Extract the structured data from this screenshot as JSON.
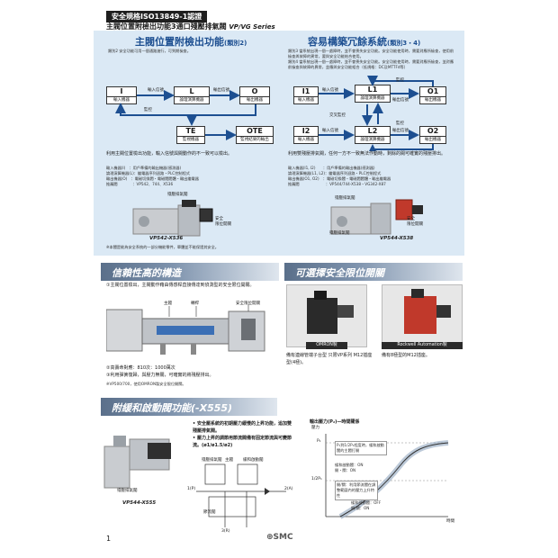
{
  "header": {
    "tag": "安全規格ISO13849-1認證",
    "subtitle": "主閥位置附檢出功能3通口殘壓排氣閥",
    "subtitle_series": "VP/VG Series"
  },
  "left_panel": {
    "title": "主閥位置附檢出功能",
    "title_note": "(類別2)",
    "desc": "類別2  安全功能可用一個通路進行，可到期檢查。",
    "boxes": {
      "I": {
        "big": "I",
        "lbl": "輸入機器"
      },
      "L": {
        "big": "L",
        "lbl": "論理演算機器"
      },
      "O": {
        "big": "O",
        "lbl": "輸出機器"
      },
      "TE": {
        "big": "TE",
        "lbl": "監視機器"
      },
      "OTE": {
        "big": "OTE",
        "lbl": "監視結果的輸出"
      }
    },
    "arrows": {
      "in_signal": "輸入信號",
      "out_signal": "輸出信號",
      "monitor": "監控"
    },
    "body": "利用主閥位置檢出功能，輸入信號與閥動作的不一致可以檢出。",
    "specs": [
      "輸入機器(I)　：用戶準備的輸出機器(感測器)",
      "論理演算機器(L)：繼電器序列迴路・PLC控制程式",
      "輸出機器(O)　：電磁切換閥・電磁閥閥體・輸出繼電器",
      "推薦閥　　　　：VP542、744、X536"
    ],
    "photo_labels": {
      "exhaust": "殘壓排氣閥",
      "switch": "安全\n限位開關"
    },
    "model": "VP542-X536",
    "note": "※本閥是能為安全系統的一部分機能零件，單體並不能保證其安全。"
  },
  "right_panel": {
    "title": "容易構築冗餘系統",
    "title_note": "(類別3・4)",
    "desc1": "類別3  當系統出現一個一處障時，並不會喪失安全功能。安全功能使用時，需要對應所檢查，使用前檢查與故障的異常，要與安全功能結合使用。",
    "desc2": "類別4  當系統出現一個一處障時，並不會喪失安全功能。安全功能使用時，需要對應所檢查，並對應前檢查與故障的異常，並應與安全功能組合（低規格：DC及MTTFd等）",
    "boxes": {
      "I1": {
        "big": "I1",
        "lbl": "輸入機器"
      },
      "L1": {
        "big": "L1",
        "lbl": "論理演算機器"
      },
      "O1": {
        "big": "O1",
        "lbl": "輸出機器"
      },
      "I2": {
        "big": "I2",
        "lbl": "輸入機器"
      },
      "L2": {
        "big": "L2",
        "lbl": "論理演算機器"
      },
      "O2": {
        "big": "O2",
        "lbl": "輸出機器"
      }
    },
    "arrows": {
      "in_signal": "輸入信號",
      "out_signal": "輸出信號",
      "monitor": "監控",
      "cross": "交叉監控"
    },
    "body": "利用雙殘壓排氣閥，任何一方不一致無法作動時，剩餘的閥可確實的殘壓排出。",
    "specs": [
      "輸入機器(I1, I2)　　：用戶準備的輸出機器(感測器)",
      "論理演算機器(L1, L2)：繼電器序列迴路・PLC控制程式",
      "輸出機器(O1, O2)　：電磁切換閥・電磁閥閥體・輸出繼電器",
      "推薦閥　　　　　　　：VP544/744-X538・VG342-X87"
    ],
    "photo_labels": {
      "exhaust": "殘壓排氣閥",
      "exhaust2": "殘壓排氣閥",
      "switch": "安全\n限位開關"
    },
    "model": "VP544-X538"
  },
  "reliability": {
    "band_title": "信賴性高的構造",
    "point1": "①主閥位置檢出，主閥動作藉由傳感桿直接傳達到偵測型的安全限位開關。",
    "labels": {
      "main_valve": "主閥",
      "rod": "轉桿",
      "switch": "安全限位開關"
    },
    "point2": "②高壽命對應：810次：1000萬次",
    "point3": "③利用彈簧復歸，與壓力無關，可確實的將殘壓排出。",
    "note": "※VP500/700，使用OMRON製安全限位開關。"
  },
  "switch_section": {
    "band_title": "可選擇安全限位開關",
    "omron": "OMRON製",
    "rockwell": "Rockwell Automation製",
    "omron_desc": "備有連線管端子台型 只限VP系列 M12插座型(4極)。",
    "rockwell_desc": "備有8極型的M12插座。"
  },
  "soft_start": {
    "band_title": "附緩和啟動閥功能(-X555)",
    "bullet1": "安全壓系統的初期壓力緩慢的上昇功能，追加雙殘壓排氣閥。",
    "bullet2": "壓力上昇的調節用節流閥備有固定節流與可變節流。(ø1/ø1.5/ø2)",
    "model": "VP544-X555",
    "photo_label": "殘壓排氣閥",
    "circuit_labels": {
      "exhaust": "殘壓排氣閥",
      "main": "主閥",
      "soft": "緩和啟動閥",
      "port2": "2(A)",
      "port1": "1(P)",
      "port3": "3(R)",
      "flow": "節流閥"
    },
    "graph": {
      "title": "輸出壓力(P₂)—時間關係",
      "ylabel": "壓力",
      "xlabel": "時間",
      "p1": "P₁",
      "half": "1/2P₁",
      "ann1": "P₁到1/2P₁程度時，緩和啟動閥的主閥打開",
      "ann2": "緩和啟動閥：ON\n開・關：ON",
      "ann3": "開/關：利用節流閥在調整範圍內的壓力上升特性",
      "ann4": "緩和啟動閥：OFF\n開/關：ON"
    }
  },
  "footer": {
    "page": "1",
    "brand": "SMC"
  },
  "colors": {
    "accent": "#1d4f91",
    "panel": "#dbe9f5",
    "band": "#6b819d"
  }
}
